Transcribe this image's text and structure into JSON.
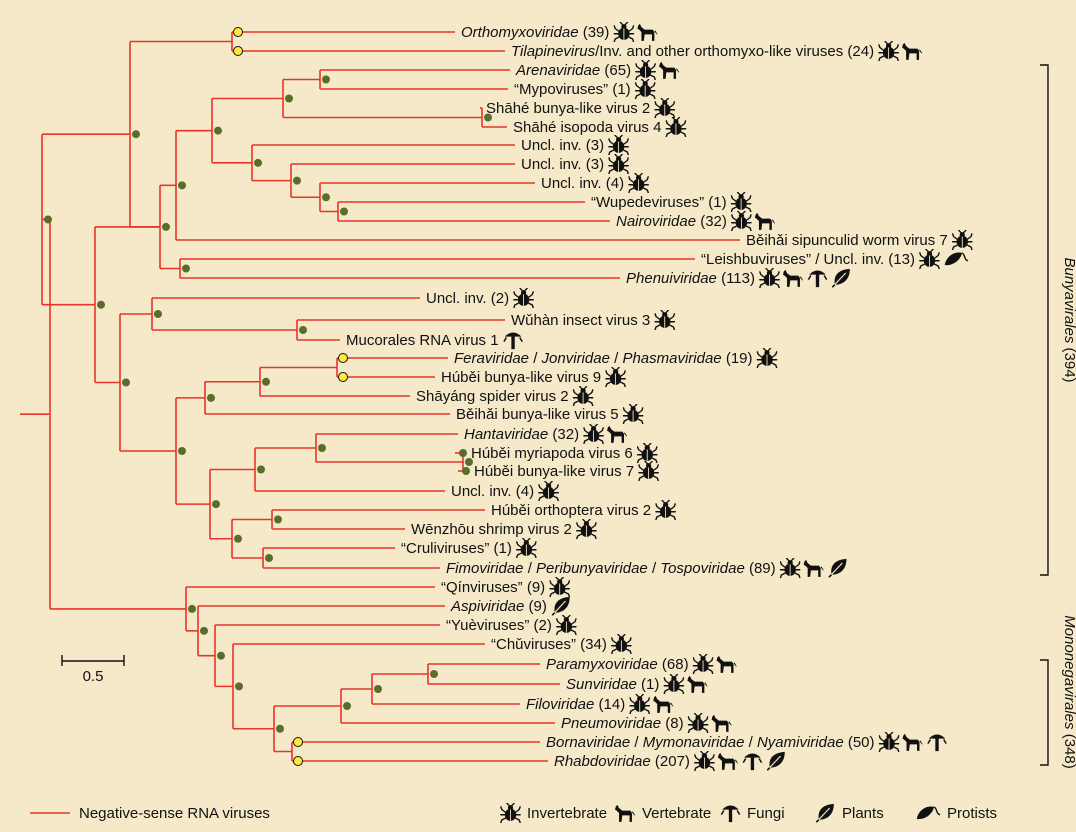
{
  "colors": {
    "background": "#f5e9c9",
    "branch": "#e8352a",
    "node": "#5a6e2c",
    "node_highlight": "#ffe93a",
    "ink": "#111111"
  },
  "taxa": [
    {
      "id": "t0",
      "parts": [
        {
          "t": "Orthomyxoviridae",
          "i": true
        },
        {
          "t": " (39)"
        }
      ],
      "icons": [
        "bug-icon",
        "dog-icon"
      ]
    },
    {
      "id": "t1",
      "parts": [
        {
          "t": "Tilapinevirus",
          "i": true
        },
        {
          "t": "/Inv. and other orthomyxo-like viruses (24)"
        }
      ],
      "icons": [
        "bug-icon",
        "dog-icon"
      ]
    },
    {
      "id": "t2",
      "parts": [
        {
          "t": "Arenaviridae",
          "i": true
        },
        {
          "t": " (65)"
        }
      ],
      "icons": [
        "bug-icon",
        "dog-icon"
      ]
    },
    {
      "id": "t3",
      "parts": [
        {
          "t": "“Mypoviruses” (1)"
        }
      ],
      "icons": [
        "bug-icon"
      ]
    },
    {
      "id": "t4",
      "parts": [
        {
          "t": "Shāhé bunya-like virus 2"
        }
      ],
      "icons": [
        "bug-icon"
      ]
    },
    {
      "id": "t5",
      "parts": [
        {
          "t": "Shāhé isopoda virus 4"
        }
      ],
      "icons": [
        "bug-icon"
      ]
    },
    {
      "id": "t6",
      "parts": [
        {
          "t": "Uncl. inv. (3)"
        }
      ],
      "icons": [
        "bug-icon"
      ]
    },
    {
      "id": "t7",
      "parts": [
        {
          "t": "Uncl. inv. (3)"
        }
      ],
      "icons": [
        "bug-icon"
      ]
    },
    {
      "id": "t8",
      "parts": [
        {
          "t": "Uncl. inv. (4)"
        }
      ],
      "icons": [
        "bug-icon"
      ]
    },
    {
      "id": "t9",
      "parts": [
        {
          "t": "“Wupedeviruses” (1)"
        }
      ],
      "icons": [
        "bug-icon"
      ]
    },
    {
      "id": "t10",
      "parts": [
        {
          "t": "Nairoviridae",
          "i": true
        },
        {
          "t": " (32)"
        }
      ],
      "icons": [
        "bug-icon",
        "dog-icon"
      ]
    },
    {
      "id": "t11",
      "parts": [
        {
          "t": "Běihǎi sipunculid worm virus 7"
        }
      ],
      "icons": [
        "bug-icon"
      ]
    },
    {
      "id": "t12",
      "parts": [
        {
          "t": "“Leishbuviruses” / Uncl. inv. (13)"
        }
      ],
      "icons": [
        "bug-icon",
        "protist-icon"
      ]
    },
    {
      "id": "t13",
      "parts": [
        {
          "t": "Phenuiviridae",
          "i": true
        },
        {
          "t": " (113)"
        }
      ],
      "icons": [
        "bug-icon",
        "dog-icon",
        "mushroom-icon",
        "leaf-icon"
      ]
    },
    {
      "id": "t14",
      "parts": [
        {
          "t": "Uncl. inv. (2)"
        }
      ],
      "icons": [
        "bug-icon"
      ]
    },
    {
      "id": "t15",
      "parts": [
        {
          "t": "Wǔhàn insect virus 3"
        }
      ],
      "icons": [
        "bug-icon"
      ]
    },
    {
      "id": "t16",
      "parts": [
        {
          "t": "Mucorales RNA virus 1"
        }
      ],
      "icons": [
        "mushroom-icon"
      ]
    },
    {
      "id": "t17",
      "parts": [
        {
          "t": "Feraviridae",
          "i": true
        },
        {
          "t": " / "
        },
        {
          "t": "Jonviridae",
          "i": true
        },
        {
          "t": " / "
        },
        {
          "t": "Phasmaviridae",
          "i": true
        },
        {
          "t": " (19)"
        }
      ],
      "icons": [
        "bug-icon"
      ]
    },
    {
      "id": "t18",
      "parts": [
        {
          "t": "Húběi bunya-like virus 9"
        }
      ],
      "icons": [
        "bug-icon"
      ]
    },
    {
      "id": "t19",
      "parts": [
        {
          "t": "Shāyáng spider virus 2"
        }
      ],
      "icons": [
        "bug-icon"
      ]
    },
    {
      "id": "t20",
      "parts": [
        {
          "t": "Běihǎi bunya-like virus 5"
        }
      ],
      "icons": [
        "bug-icon"
      ]
    },
    {
      "id": "t21",
      "parts": [
        {
          "t": "Hantaviridae",
          "i": true
        },
        {
          "t": " (32)"
        }
      ],
      "icons": [
        "bug-icon",
        "dog-icon"
      ]
    },
    {
      "id": "t22",
      "parts": [
        {
          "t": "Húběi myriapoda virus 6"
        }
      ],
      "icons": [
        "bug-icon"
      ]
    },
    {
      "id": "t23",
      "parts": [
        {
          "t": "Húběi bunya-like virus 7"
        }
      ],
      "icons": [
        "bug-icon"
      ]
    },
    {
      "id": "t24",
      "parts": [
        {
          "t": "Uncl. inv. (4)"
        }
      ],
      "icons": [
        "bug-icon"
      ]
    },
    {
      "id": "t25",
      "parts": [
        {
          "t": "Húběi orthoptera virus 2"
        }
      ],
      "icons": [
        "bug-icon"
      ]
    },
    {
      "id": "t26",
      "parts": [
        {
          "t": "Wēnzhōu shrimp virus 2"
        }
      ],
      "icons": [
        "bug-icon"
      ]
    },
    {
      "id": "t27",
      "parts": [
        {
          "t": "“Cruliviruses” (1)"
        }
      ],
      "icons": [
        "bug-icon"
      ]
    },
    {
      "id": "t28",
      "parts": [
        {
          "t": "Fimoviridae",
          "i": true
        },
        {
          "t": " / "
        },
        {
          "t": "Peribunyaviridae",
          "i": true
        },
        {
          "t": " / "
        },
        {
          "t": "Tospoviridae",
          "i": true
        },
        {
          "t": " (89)"
        }
      ],
      "icons": [
        "bug-icon",
        "dog-icon",
        "leaf-icon"
      ]
    },
    {
      "id": "t29",
      "parts": [
        {
          "t": "“Qínviruses” (9)"
        }
      ],
      "icons": [
        "bug-icon"
      ]
    },
    {
      "id": "t30",
      "parts": [
        {
          "t": "Aspiviridae",
          "i": true
        },
        {
          "t": " (9)"
        }
      ],
      "icons": [
        "leaf-icon"
      ]
    },
    {
      "id": "t31",
      "parts": [
        {
          "t": "“Yuèviruses” (2)"
        }
      ],
      "icons": [
        "bug-icon"
      ]
    },
    {
      "id": "t32",
      "parts": [
        {
          "t": "“Chǔviruses” (34)"
        }
      ],
      "icons": [
        "bug-icon"
      ]
    },
    {
      "id": "t33",
      "parts": [
        {
          "t": "Paramyxoviridae",
          "i": true
        },
        {
          "t": " (68)"
        }
      ],
      "icons": [
        "bug-icon",
        "dog-icon"
      ]
    },
    {
      "id": "t34",
      "parts": [
        {
          "t": "Sunviridae",
          "i": true
        },
        {
          "t": " (1)"
        }
      ],
      "icons": [
        "bug-icon",
        "dog-icon"
      ]
    },
    {
      "id": "t35",
      "parts": [
        {
          "t": "Filoviridae",
          "i": true
        },
        {
          "t": " (14)"
        }
      ],
      "icons": [
        "bug-icon",
        "dog-icon"
      ]
    },
    {
      "id": "t36",
      "parts": [
        {
          "t": "Pneumoviridae",
          "i": true
        },
        {
          "t": " (8)"
        }
      ],
      "icons": [
        "bug-icon",
        "dog-icon"
      ]
    },
    {
      "id": "t37",
      "parts": [
        {
          "t": "Bornaviridae",
          "i": true
        },
        {
          "t": " / "
        },
        {
          "t": "Mymonaviridae",
          "i": true
        },
        {
          "t": " / "
        },
        {
          "t": "Nyamiviridae",
          "i": true
        },
        {
          "t": " (50)"
        }
      ],
      "icons": [
        "bug-icon",
        "dog-icon",
        "mushroom-icon"
      ]
    },
    {
      "id": "t38",
      "parts": [
        {
          "t": "Rhabdoviridae",
          "i": true
        },
        {
          "t": " (207)"
        }
      ],
      "icons": [
        "bug-icon",
        "dog-icon",
        "mushroom-icon",
        "leaf-icon"
      ]
    }
  ],
  "clade_labels": [
    {
      "name": "Bunyavirales",
      "suffix": " (394)"
    },
    {
      "name": "Mononegavirales",
      "suffix": " (348)"
    }
  ],
  "scale_bar_label": "0.5",
  "legend": {
    "line_label": "Negative-sense RNA viruses",
    "hosts": [
      {
        "icon": "bug-icon",
        "label": "Invertebrate"
      },
      {
        "icon": "dog-icon",
        "label": "Vertebrate"
      },
      {
        "icon": "mushroom-icon",
        "label": "Fungi"
      },
      {
        "icon": "leaf-icon",
        "label": "Plants"
      },
      {
        "icon": "protist-icon",
        "label": "Protists"
      }
    ]
  }
}
